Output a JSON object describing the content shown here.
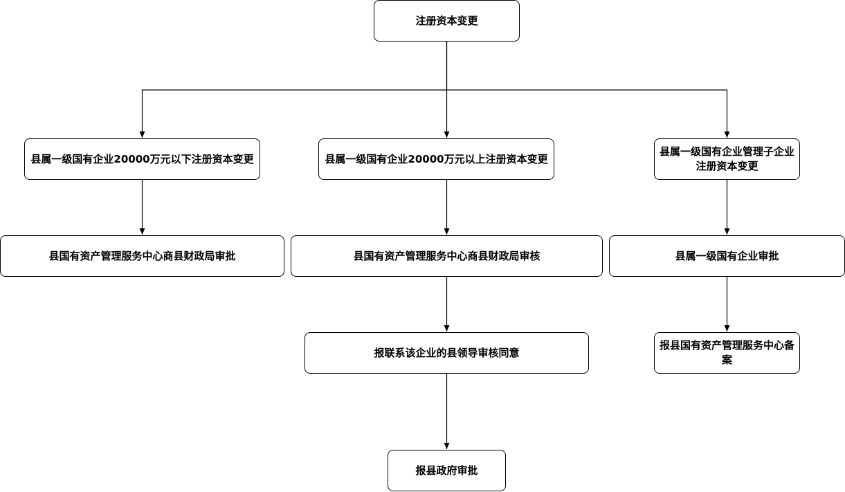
{
  "diagram": {
    "nodes": [
      {
        "id": "root",
        "label": "注册资本变更"
      },
      {
        "id": "below",
        "label": "县属一级国有企业20000万元以下注册资本变更"
      },
      {
        "id": "above",
        "label": "县属一级国有企业20000万元以上注册资本变更"
      },
      {
        "id": "sub",
        "label": "县属一级国有企业管理子企业注册资本变更"
      },
      {
        "id": "approve_center",
        "label": "县国有资产管理服务中心商县财政局审批"
      },
      {
        "id": "review_center",
        "label": "县国有资产管理服务中心商县财政局审核"
      },
      {
        "id": "approve_soe",
        "label": "县属一级国有企业审批"
      },
      {
        "id": "leader_agree",
        "label": "报联系该企业的县领导审核同意"
      },
      {
        "id": "file_center",
        "label": "报县国有资产管理服务中心备案"
      },
      {
        "id": "gov_approve",
        "label": "报县政府审批"
      }
    ],
    "edges": [
      {
        "from": "root",
        "to": "below"
      },
      {
        "from": "root",
        "to": "above"
      },
      {
        "from": "root",
        "to": "sub"
      },
      {
        "from": "below",
        "to": "approve_center"
      },
      {
        "from": "above",
        "to": "review_center"
      },
      {
        "from": "sub",
        "to": "approve_soe"
      },
      {
        "from": "review_center",
        "to": "leader_agree"
      },
      {
        "from": "approve_soe",
        "to": "file_center"
      },
      {
        "from": "leader_agree",
        "to": "gov_approve"
      }
    ]
  }
}
